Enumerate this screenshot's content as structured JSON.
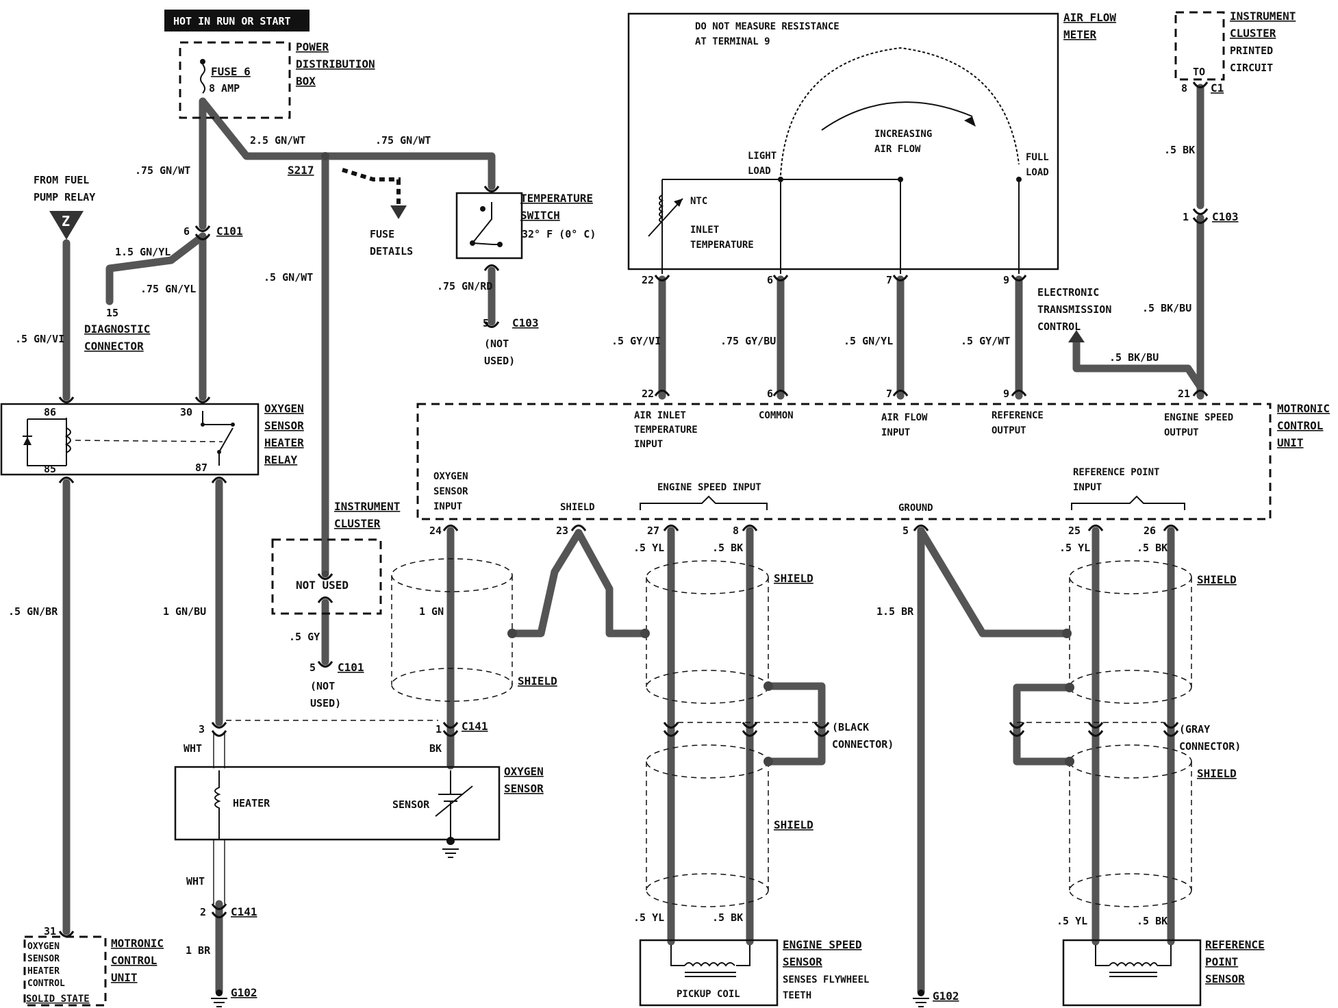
{
  "labels": {
    "hot_in_run": "HOT IN RUN OR START",
    "power_dist": [
      "POWER",
      "DISTRIBUTION",
      "BOX"
    ],
    "fuse6": "FUSE 6",
    "amp8": "8 AMP",
    "w_25_gn_wt": "2.5 GN/WT",
    "w_75_gn_wt_top": ".75 GN/WT",
    "w_75_gn_wt_left": ".75 GN/WT",
    "s217": "S217",
    "fuse_details": [
      "FUSE",
      "DETAILS"
    ],
    "from_fuel": [
      "FROM FUEL",
      "PUMP RELAY"
    ],
    "z": "Z",
    "pin6_c101": "6",
    "c101_a": "C101",
    "w_15_gn_yl": "1.5 GN/YL",
    "w_75_gn_yl": ".75 GN/YL",
    "pin15": "15",
    "diag_conn": [
      "DIAGNOSTIC",
      "CONNECTOR"
    ],
    "w_5_gn_vi": ".5 GN/VI",
    "w_5_gn_wt": ".5 GN/WT",
    "temp_switch": [
      "TEMPERATURE",
      "SWITCH"
    ],
    "temp_val": "32° F (0° C)",
    "w_75_gn_rd": ".75 GN/RD",
    "pin5_c103": "5",
    "c103_a": "C103",
    "not_used_a": [
      "(NOT",
      "USED)"
    ],
    "o2_relay": [
      "OXYGEN",
      "SENSOR",
      "HEATER",
      "RELAY"
    ],
    "pin86": "86",
    "pin85": "85",
    "pin30": "30",
    "pin87": "87",
    "instrument_cluster": [
      "INSTRUMENT",
      "CLUSTER"
    ],
    "not_used_box": "NOT USED",
    "w_5_gy": ".5 GY",
    "pin5_c101": "5",
    "c101_b": "C101",
    "not_used_b": [
      "(NOT",
      "USED)"
    ],
    "w_5_gn_br": ".5 GN/BR",
    "w_1_gn_bu": "1 GN/BU",
    "pin3": "3",
    "wht_a": "WHT",
    "pin1": "1",
    "c141_a": "C141",
    "bk": "BK",
    "o2_sensor": [
      "OXYGEN",
      "SENSOR"
    ],
    "heater": "HEATER",
    "sensor": "SENSOR",
    "wht_b": "WHT",
    "pin2": "2",
    "c141_b": "C141",
    "w_1_br": "1 BR",
    "g102_a": "G102",
    "pin31": "31",
    "o2_ctrl": [
      "OXYGEN",
      "SENSOR",
      "HEATER",
      "CONTROL"
    ],
    "solid_state": "SOLID STATE",
    "motronic_a": [
      "MOTRONIC",
      "CONTROL",
      "UNIT"
    ],
    "w_1_gn": "1 GN",
    "shield_o2": "SHIELD",
    "afm_note": [
      "DO NOT MEASURE RESISTANCE",
      "AT TERMINAL 9"
    ],
    "air_flow_meter": [
      "AIR FLOW",
      "METER"
    ],
    "increasing": [
      "INCREASING",
      "AIR FLOW"
    ],
    "light_load": [
      "LIGHT",
      "LOAD"
    ],
    "full_load": [
      "FULL",
      "LOAD"
    ],
    "ntc": "NTC",
    "inlet_temp": [
      "INLET",
      "TEMPERATURE"
    ],
    "pin22_top": "22",
    "pin6_top": "6",
    "pin7_top": "7",
    "pin9_top": "9",
    "w_5_gy_vi": ".5 GY/VI",
    "w_75_gy_bu": ".75 GY/BU",
    "w_5_gn_yl": ".5 GN/YL",
    "w_5_gy_wt": ".5 GY/WT",
    "pin22_bot": "22",
    "pin6_bot": "6",
    "pin7_bot": "7",
    "pin9_bot": "9",
    "air_inlet": [
      "AIR INLET",
      "TEMPERATURE",
      "INPUT"
    ],
    "common": "COMMON",
    "air_flow_input": [
      "AIR FLOW",
      "INPUT"
    ],
    "reference_output": [
      "REFERENCE",
      "OUTPUT"
    ],
    "engine_speed_output": [
      "ENGINE SPEED",
      "OUTPUT"
    ],
    "motronic_b": [
      "MOTRONIC",
      "CONTROL",
      "UNIT"
    ],
    "ic_printed": [
      "INSTRUMENT",
      "CLUSTER",
      "PRINTED",
      "CIRCUIT"
    ],
    "to": "TO",
    "pin8_c1": "8",
    "c1": "C1",
    "w_5_bk_a": ".5 BK",
    "pin1_c103": "1",
    "c103_b": "C103",
    "etc": [
      "ELECTRONIC",
      "TRANSMISSION",
      "CONTROL"
    ],
    "w_5_bk_bu_a": ".5 BK/BU",
    "w_5_bk_bu_b": ".5 BK/BU",
    "pin21": "21",
    "o2_input": [
      "OXYGEN",
      "SENSOR",
      "INPUT"
    ],
    "shield_lbl": "SHIELD",
    "engine_speed_input": "ENGINE SPEED INPUT",
    "ground": "GROUND",
    "ref_point_input": [
      "REFERENCE POINT",
      "INPUT"
    ],
    "pin24": "24",
    "pin23": "23",
    "pin27": "27",
    "pin8": "8",
    "pin5": "5",
    "pin25": "25",
    "pin26": "26",
    "w_5_yl_a": ".5 YL",
    "w_5_bk_b": ".5 BK",
    "w_5_yl_b": ".5 YL",
    "w_5_bk_c": ".5 BK",
    "shield_es_a": "SHIELD",
    "shield_es_b": "SHIELD",
    "black_conn": [
      "(BLACK",
      "CONNECTOR)"
    ],
    "w_15_br": "1.5 BR",
    "shield_rp_a": "SHIELD",
    "shield_rp_b": "SHIELD",
    "gray_conn": [
      "(GRAY",
      "CONNECTOR)"
    ],
    "w_5_yl_c": ".5 YL",
    "w_5_bk_d": ".5 BK",
    "w_5_yl_d": ".5 YL",
    "w_5_bk_e": ".5 BK",
    "es_sensor": [
      "ENGINE SPEED",
      "SENSOR"
    ],
    "senses": [
      "SENSES FLYWHEEL",
      "TEETH"
    ],
    "pickup_coil": "PICKUP COIL",
    "g102_b": "G102",
    "ref_sensor": [
      "REFERENCE",
      "POINT",
      "SENSOR"
    ]
  }
}
